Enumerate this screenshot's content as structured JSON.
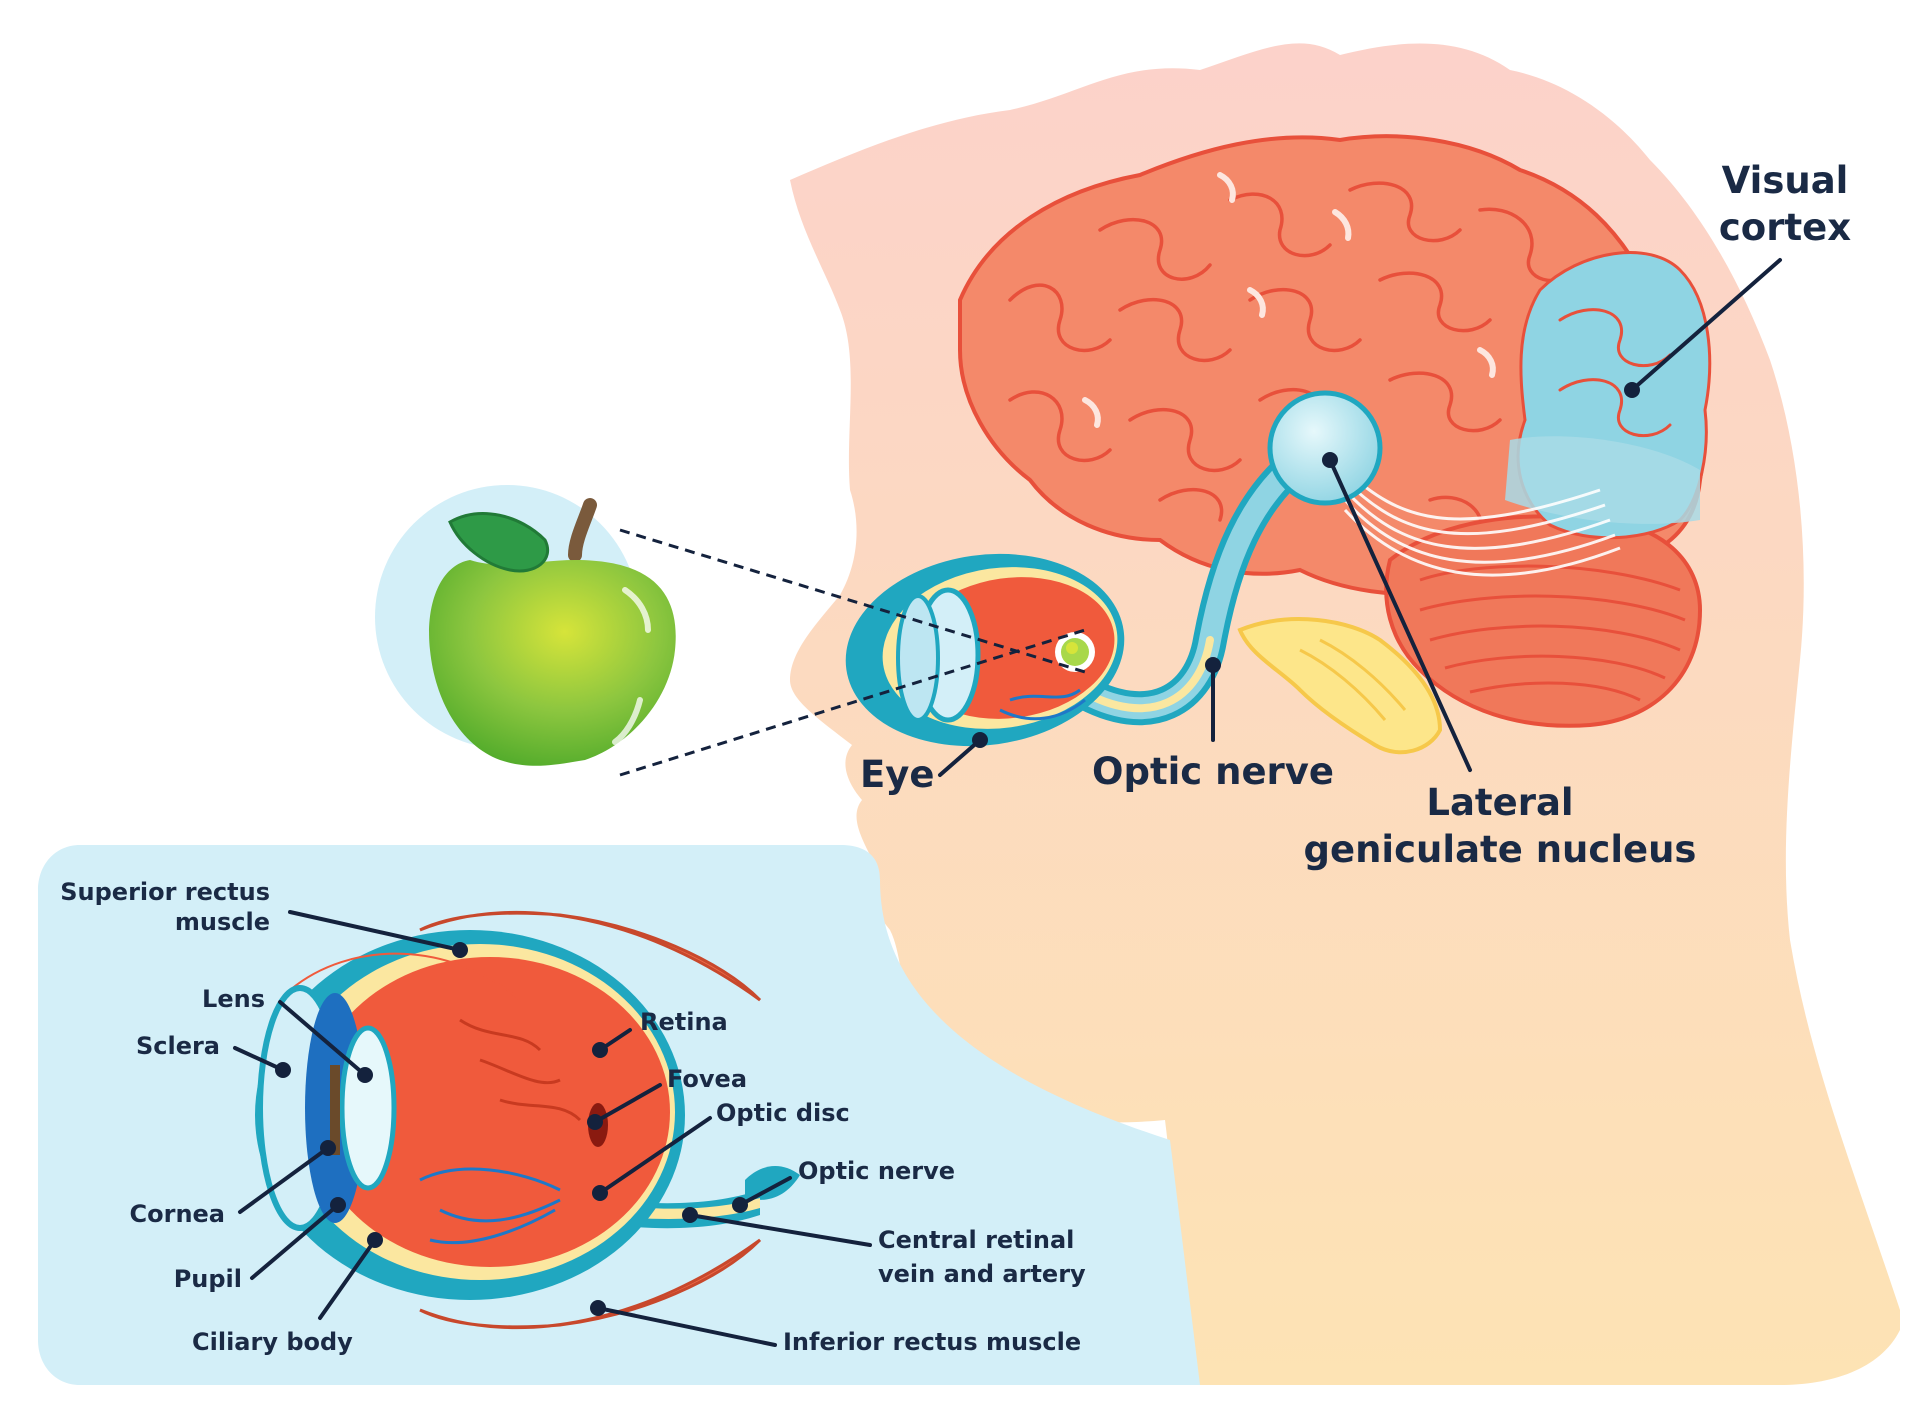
{
  "labels": {
    "visual_cortex": [
      "Visual",
      "cortex"
    ],
    "eye": "Eye",
    "optic_nerve": "Optic nerve",
    "lgn": [
      "Lateral",
      "geniculate nucleus"
    ],
    "superior_rectus": [
      "Superior rectus",
      "muscle"
    ],
    "lens": "Lens",
    "sclera": "Sclera",
    "retina": "Retina",
    "fovea": "Fovea",
    "optic_disc": "Optic disc",
    "optic_nerve_detail": "Optic nerve",
    "cornea": "Cornea",
    "pupil": "Pupil",
    "ciliary_body": "Ciliary body",
    "central_retinal": [
      "Central retinal",
      "vein and artery"
    ],
    "inferior_rectus": "Inferior rectus muscle"
  },
  "colors": {
    "head_top": "#fcd6cc",
    "head_bottom": "#fde0b4",
    "brain": "#f4896a",
    "brain_line": "#e8503b",
    "cortex_blue": "#8fd4e3",
    "cerebellum": "#f0785a",
    "brainstem": "#fde68a",
    "apple_green": "#8cc63f",
    "inset_bg": "#d3eff8",
    "label": "#1a2a45"
  },
  "icons": [
    "apple-icon",
    "brain-icon",
    "eye-icon"
  ]
}
